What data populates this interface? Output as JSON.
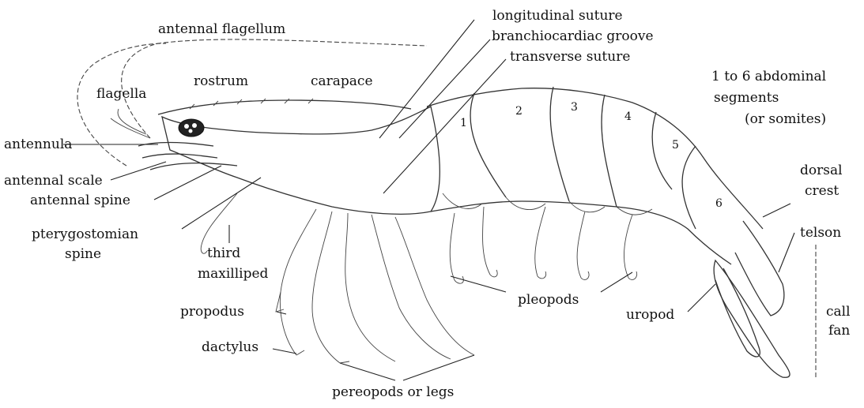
{
  "labels": {
    "antennal_flagellum": "antennal flagellum",
    "longitudinal_suture": "longitudinal suture",
    "branchiocardiac_groove": "branchiocardiac groove",
    "transverse_suture": "transverse suture",
    "flagella": "flagella",
    "rostrum": "rostrum",
    "carapace": "carapace",
    "abdominal_line1": "1 to 6 abdominal",
    "abdominal_line2": "segments",
    "abdominal_line3": "(or somites)",
    "antennula": "antennula",
    "antennal_scale": "antennal scale",
    "antennal_spine": "antennal spine",
    "pterygostomian_line1": "pterygostomian",
    "pterygostomian_line2": "spine",
    "third_line1": "third",
    "third_line2": "maxilliped",
    "dorsal_line1": "dorsal",
    "dorsal_line2": "crest",
    "telson": "telson",
    "propodus": "propodus",
    "dactylus": "dactylus",
    "pleopods": "pleopods",
    "uropod": "uropod",
    "tail_line1": "call",
    "tail_line2": "fan",
    "pereopods": "pereopods or legs"
  },
  "segment_numbers": [
    "1",
    "2",
    "3",
    "4",
    "5",
    "6"
  ]
}
